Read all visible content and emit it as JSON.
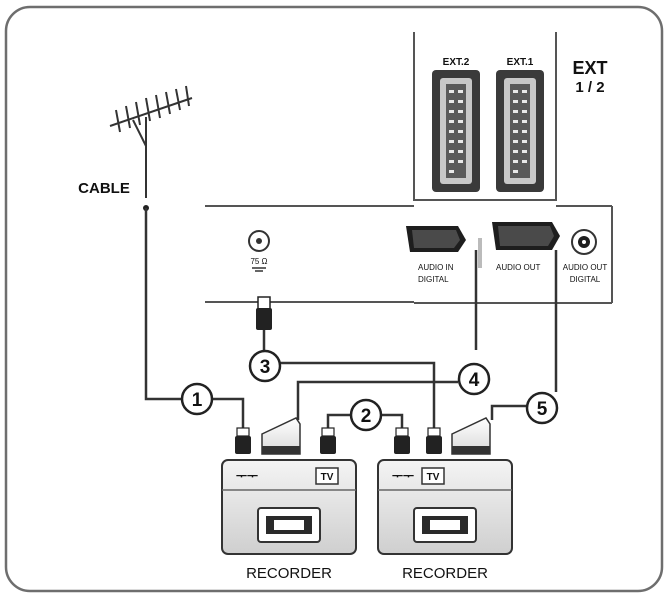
{
  "labels": {
    "cable": "CABLE",
    "ext_heading": "EXT",
    "ext_heading_sub": "1 / 2",
    "ext2": "EXT.2",
    "ext1": "EXT.1",
    "antenna_port": "75 Ω",
    "audio_in_1": "AUDIO IN",
    "audio_in_2": "DIGITAL",
    "audio_out_1": "AUDIO OUT",
    "audio_out_2": "DIGITAL",
    "recorder_left": "RECORDER",
    "recorder_right": "RECORDER",
    "tv_left": "TV",
    "tv_right": "TV"
  },
  "callouts": [
    "1",
    "2",
    "3",
    "4",
    "5"
  ]
}
